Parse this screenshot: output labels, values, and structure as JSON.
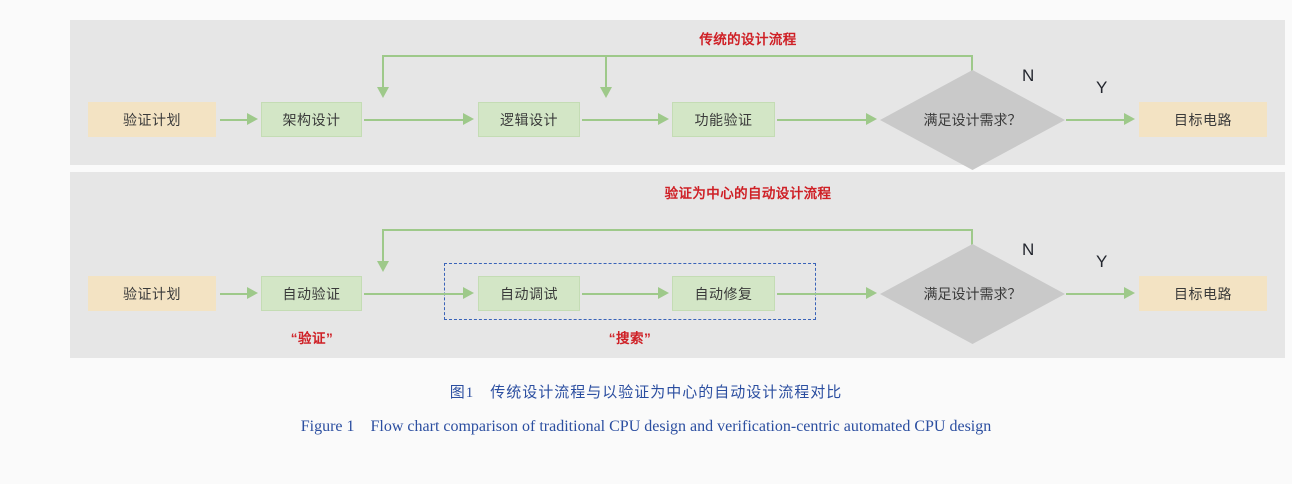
{
  "figure": {
    "caption_cn": "图1 传统设计流程与以验证为中心的自动设计流程对比",
    "caption_en": "Figure 1 Flow chart comparison of traditional CPU design and verification-centric automated CPU design",
    "colors": {
      "panel_bg": "#e6e6e6",
      "page_bg": "#fafafa",
      "terminal_fill": "#f3e3c3",
      "process_fill": "#d3e6c6",
      "process_border": "#c4dcb4",
      "decision_fill": "#c9c9c9",
      "connector": "#9ec98a",
      "red_text": "#cf2026",
      "dash_border": "#3a63b8",
      "caption_text": "#2b4ea0",
      "node_text": "#3a3a3a",
      "branch_text": "#23262e"
    }
  },
  "panel1": {
    "title": "传统的设计流程",
    "nodes": {
      "start": "验证计划",
      "step1": "架构设计",
      "step2": "逻辑设计",
      "step3": "功能验证",
      "decision": "满足设计需求？",
      "end": "目标电路"
    },
    "branches": {
      "no": "N",
      "yes": "Y"
    }
  },
  "panel2": {
    "title": "验证为中心的自动设计流程",
    "nodes": {
      "start": "验证计划",
      "step1": "自动验证",
      "step2": "自动调试",
      "step3": "自动修复",
      "decision": "满足设计需求？",
      "end": "目标电路"
    },
    "branches": {
      "no": "N",
      "yes": "Y"
    },
    "tags": {
      "verify": "“验证”",
      "search": "“搜索”"
    }
  }
}
